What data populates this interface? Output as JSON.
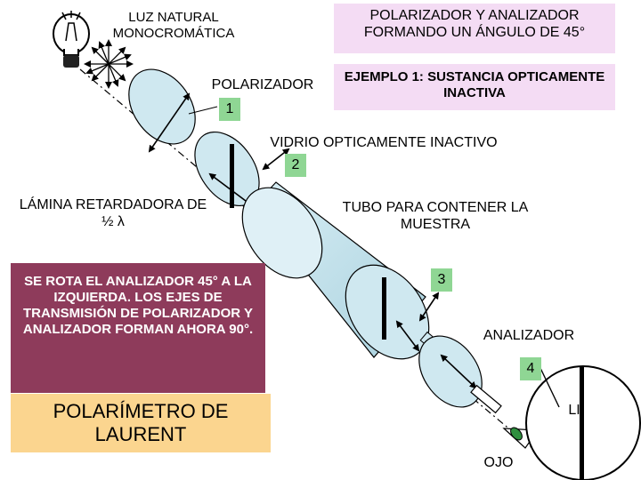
{
  "labels": {
    "light": "LUZ NATURAL MONOCROMÁTICA",
    "polarizer_analyzer": "POLARIZADOR Y ANALIZADOR FORMANDO UN ÁNGULO DE 45°",
    "polarizer": "POLARIZADOR",
    "example": "EJEMPLO 1: SUSTANCIA OPTICAMENTE INACTIVA",
    "num_1": "1",
    "glass": "VIDRIO OPTICAMENTE INACTIVO",
    "num_2": "2",
    "plate": "LÁMINA RETARDADORA DE ½ λ",
    "tube": "TUBO PARA CONTENER LA MUESTRA",
    "rotation_note": "SE ROTA EL ANALIZADOR 45° A LA IZQUIERDA. LOS EJES DE TRANSMISIÓN DE POLARIZADOR Y ANALIZADOR FORMAN AHORA 90°.",
    "num_3": "3",
    "analyzer": "ANALIZADOR",
    "num_4": "4",
    "title": "POLARÍMETRO DE LAURENT",
    "li": "LI",
    "eye": "OJO"
  },
  "colors": {
    "box_pink": "#f4dcf4",
    "box_green": "#8fd694",
    "box_plum": "#8e3b5b",
    "box_peach": "#fbd58f",
    "optics_blue": "#cfe8f0",
    "tube_blue": "#c6e2ec",
    "eye_green": "#2f8f3f"
  },
  "icons": [
    "light-bulb-icon",
    "eye-icon"
  ]
}
